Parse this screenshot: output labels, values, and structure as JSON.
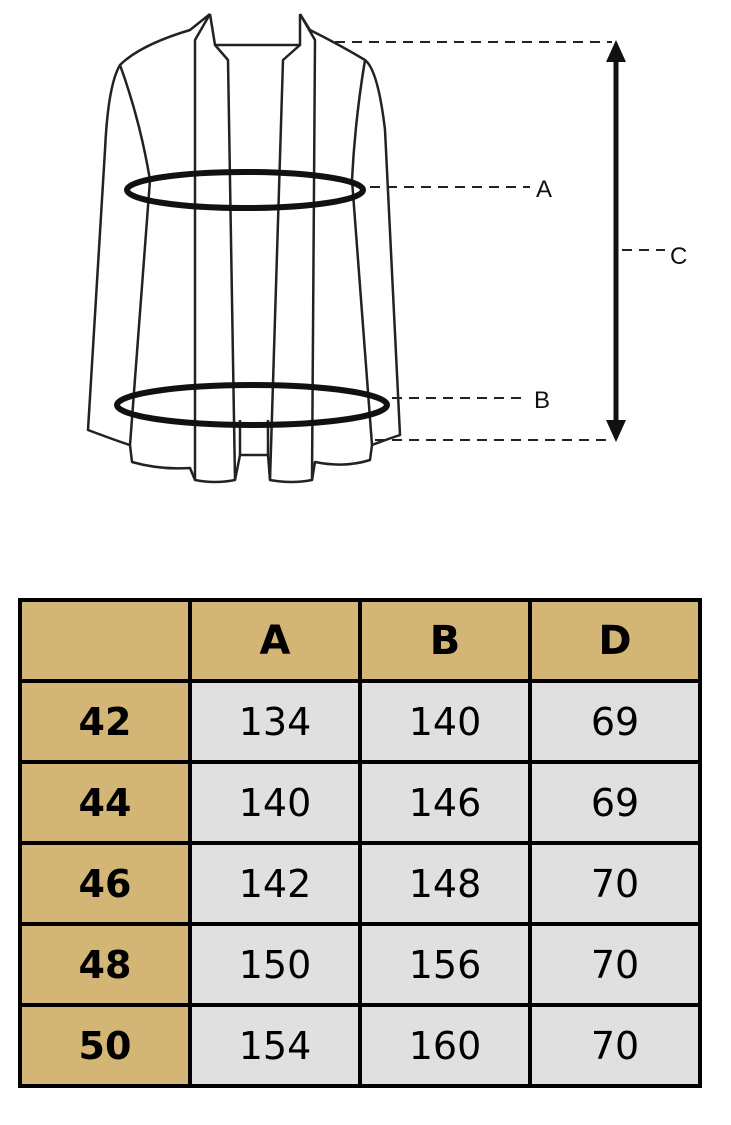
{
  "diagram": {
    "labels": {
      "a": "A",
      "b": "B",
      "c": "C"
    }
  },
  "table": {
    "headers": [
      "",
      "A",
      "B",
      "D"
    ],
    "rows": [
      {
        "size": "42",
        "a": "134",
        "b": "140",
        "d": "69"
      },
      {
        "size": "44",
        "a": "140",
        "b": "146",
        "d": "69"
      },
      {
        "size": "46",
        "a": "142",
        "b": "148",
        "d": "70"
      },
      {
        "size": "48",
        "a": "150",
        "b": "156",
        "d": "70"
      },
      {
        "size": "50",
        "a": "154",
        "b": "160",
        "d": "70"
      }
    ]
  },
  "colors": {
    "header_bg": "#d3b576",
    "cell_bg": "#e0e0e0",
    "border": "#000000"
  }
}
